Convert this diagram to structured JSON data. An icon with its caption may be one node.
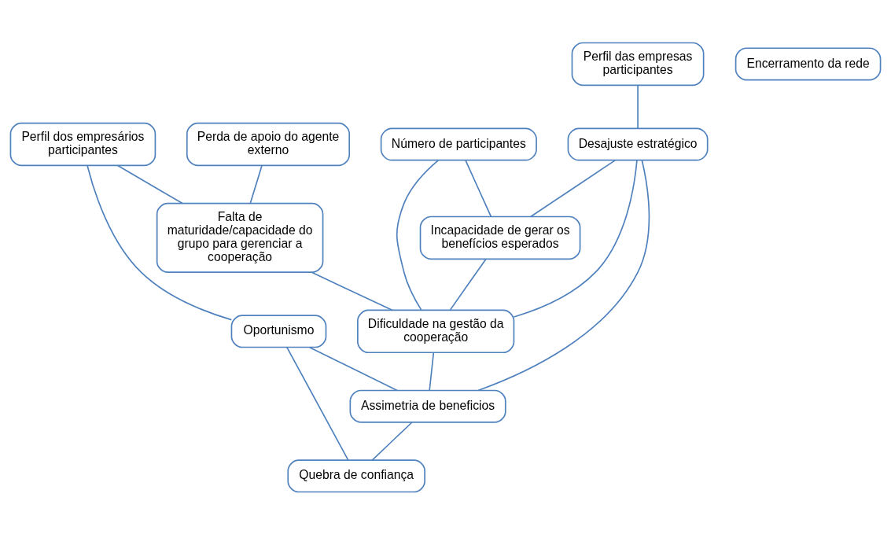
{
  "diagram": {
    "nodes": [
      {
        "text": [
          "Perfil dos empresários participantes"
        ]
      },
      {
        "text": [
          "Perda de apoio do agente externo"
        ]
      },
      {
        "text": [
          "Falta de maturidade/capacidade do grupo para gerenciar a cooperação"
        ]
      },
      {
        "text": [
          "Perfil das empresas participantes"
        ]
      },
      {
        "text": [
          "Oportunismo"
        ]
      },
      {
        "text": [
          "Número de participantes"
        ]
      },
      {
        "text": [
          "Desajuste estratégico"
        ]
      },
      {
        "text": [
          "Incapacidade de gerar os benefícios esperados"
        ]
      },
      {
        "text": [
          "Dificuldade na gestão da cooperação"
        ]
      },
      {
        "text": [
          "Assimetria de beneficios"
        ]
      },
      {
        "text": [
          "Quebra de confiança"
        ]
      },
      {
        "text": [
          "Encerramento da rede"
        ]
      }
    ],
    "edges": [
      {
        "from": 0,
        "to": 2,
        "arrow": "none"
      },
      {
        "from": 0,
        "to": 4,
        "arrow": "none"
      },
      {
        "from": 1,
        "to": 2,
        "arrow": "none"
      },
      {
        "from": 2,
        "to": 8,
        "arrow": "none"
      },
      {
        "from": 3,
        "to": 6,
        "arrow": "none"
      },
      {
        "from": 4,
        "to": 9,
        "arrow": "none"
      },
      {
        "from": 4,
        "to": 10,
        "arrow": "none"
      },
      {
        "from": 5,
        "to": 7,
        "arrow": "none"
      },
      {
        "from": 5,
        "to": 8,
        "arrow": "none"
      },
      {
        "from": 6,
        "to": 7,
        "arrow": "none"
      },
      {
        "from": 6,
        "to": 8,
        "arrow": "none"
      },
      {
        "from": 6,
        "to": 9,
        "arrow": "none"
      },
      {
        "from": 7,
        "to": 8,
        "arrow": "none"
      },
      {
        "from": 8,
        "to": 9,
        "arrow": "none"
      },
      {
        "from": 9,
        "to": 10,
        "arrow": "none"
      }
    ]
  }
}
